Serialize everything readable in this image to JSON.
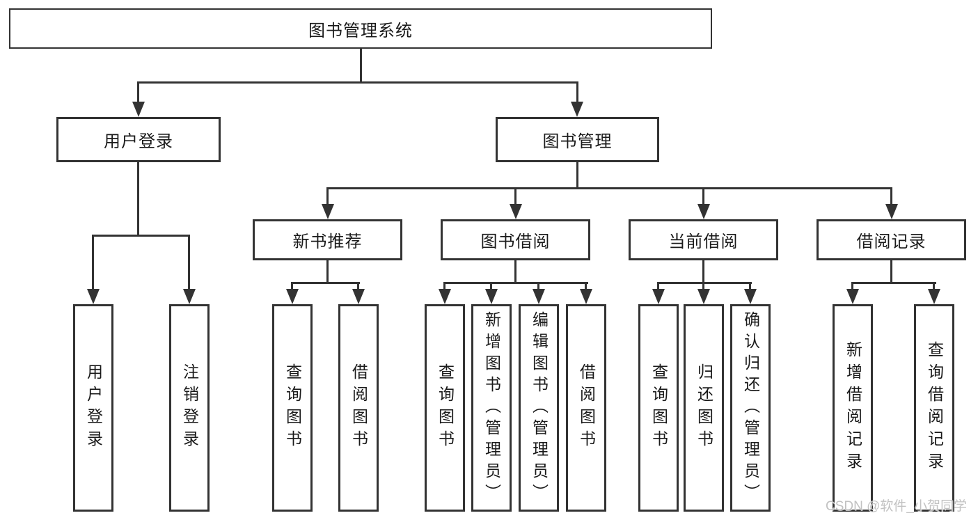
{
  "diagram": {
    "root": {
      "label": "图书管理系统"
    },
    "branches": [
      {
        "label": "用户登录",
        "children": [
          {
            "label": "用户登录"
          },
          {
            "label": "注销登录"
          }
        ]
      },
      {
        "label": "图书管理",
        "children": [
          {
            "label": "新书推荐",
            "children": [
              {
                "label": "查询图书"
              },
              {
                "label": "借阅图书"
              }
            ]
          },
          {
            "label": "图书借阅",
            "children": [
              {
                "label": "查询图书"
              },
              {
                "label": "新增图书（管理员）"
              },
              {
                "label": "编辑图书（管理员）"
              },
              {
                "label": "借阅图书"
              }
            ]
          },
          {
            "label": "当前借阅",
            "children": [
              {
                "label": "查询图书"
              },
              {
                "label": "归还图书"
              },
              {
                "label": "确认归还（管理员）"
              }
            ]
          },
          {
            "label": "借阅记录",
            "children": [
              {
                "label": "新增借阅记录"
              },
              {
                "label": "查询借阅记录"
              }
            ]
          }
        ]
      }
    ]
  },
  "watermark": {
    "text": "CSDN @软件_小贺同学"
  },
  "colors": {
    "line": "#333333",
    "text": "#1a1a1a",
    "background": "#ffffff",
    "watermark": "#c2c2c2"
  }
}
